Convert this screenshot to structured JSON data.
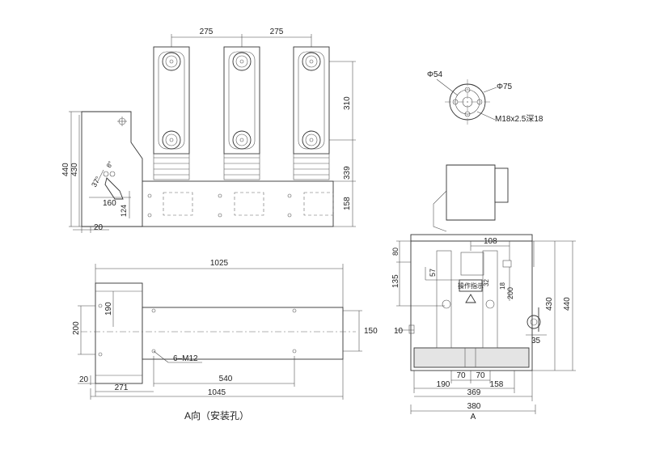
{
  "front_view": {
    "top_pitch_1": "275",
    "top_pitch_2": "275",
    "dim_310": "310",
    "dim_339": "339",
    "dim_158": "158",
    "dim_440": "440",
    "dim_430": "430",
    "dim_160": "160",
    "dim_124": "124",
    "dim_20": "20",
    "angle_37": "37°",
    "angle_8": "8°"
  },
  "terminal_detail": {
    "phi54": "Φ54",
    "phi75": "Φ75",
    "thread": "M18x2.5深18"
  },
  "bottom_view": {
    "dim_1025": "1025",
    "dim_190": "190",
    "dim_200": "200",
    "dim_150": "150",
    "hole_label": "6–M12",
    "dim_540": "540",
    "dim_271": "271",
    "dim_20": "20",
    "dim_1045": "1045",
    "caption": "A向（安装孔）"
  },
  "side_view": {
    "dim_80": "80",
    "dim_108": "108",
    "dim_57": "57",
    "dim_135": "135",
    "dim_32": "32",
    "dim_18": "18",
    "dim_200": "200",
    "dim_430": "430",
    "dim_440": "440",
    "dim_10": "10",
    "dim_35": "35",
    "dim_70a": "70",
    "dim_70b": "70",
    "dim_190": "190",
    "dim_158": "158",
    "dim_369": "369",
    "dim_380": "380",
    "view_a": "A",
    "panel_label": "操作指示"
  }
}
